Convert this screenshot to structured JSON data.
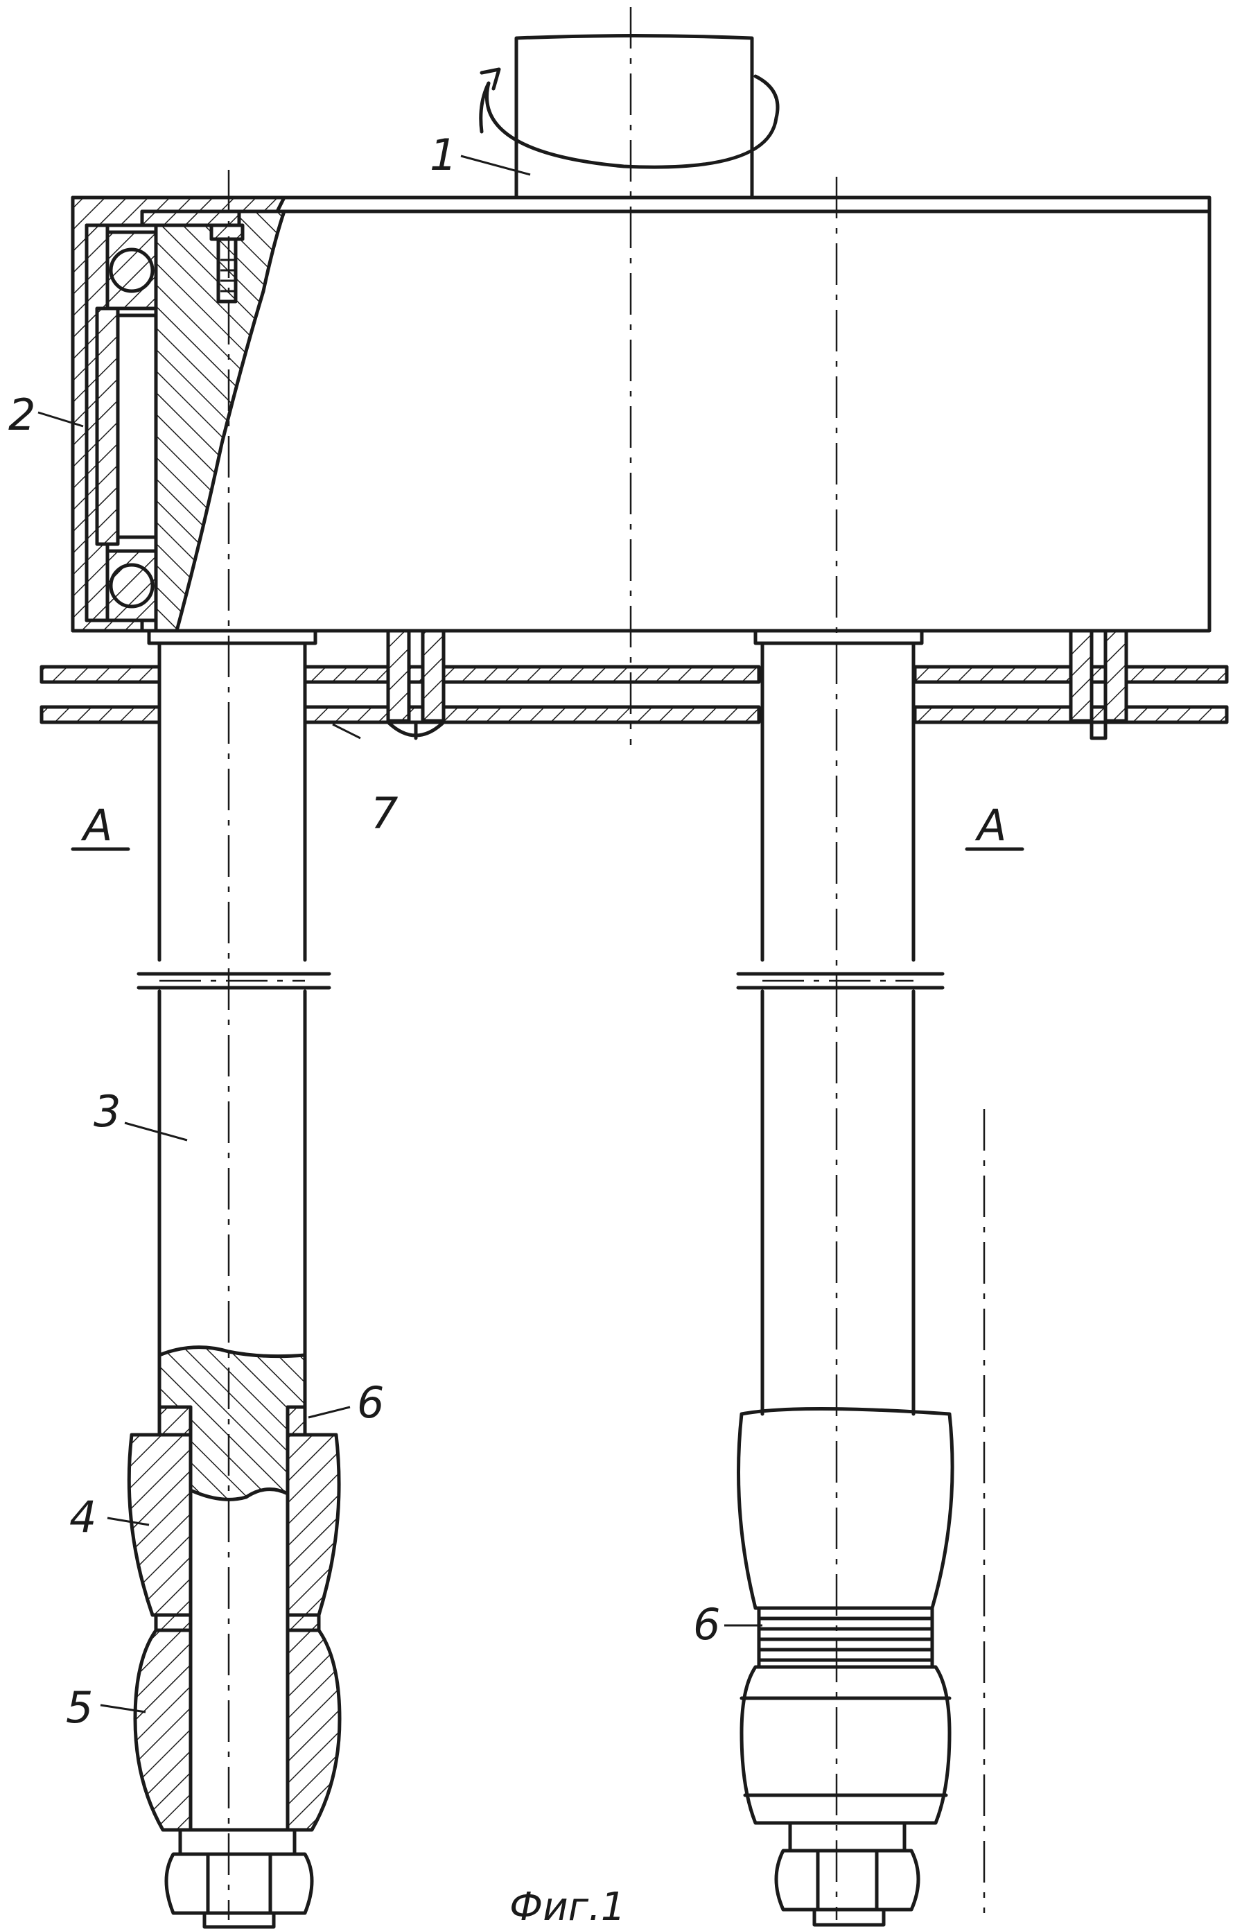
{
  "labels": {
    "l1": "1",
    "l2": "2",
    "l3": "3",
    "l4": "4",
    "l5": "5",
    "l6a": "6",
    "l6b": "6",
    "l7": "7",
    "sectionA_left": "A",
    "sectionA_right": "A"
  },
  "caption": "Фиг.1"
}
